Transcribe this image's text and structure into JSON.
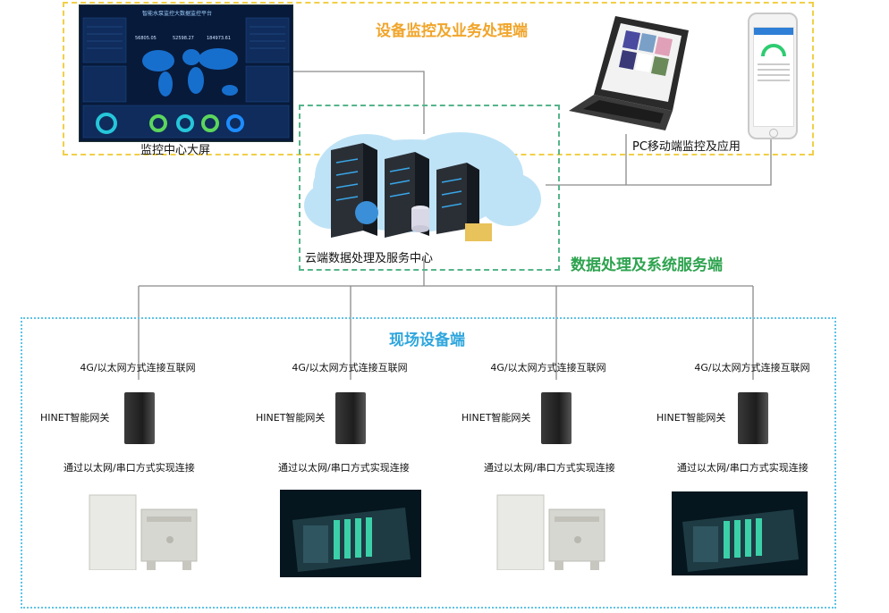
{
  "zones": {
    "top_title": "设备监控及业务处理端",
    "mid_title": "数据处理及系统服务端",
    "bot_title": "现场设备端"
  },
  "captions": {
    "screen": "监控中心大屏",
    "pc_mobile": "PC移动端监控及应用",
    "cloud": "云端数据处理及服务中心"
  },
  "screen": {
    "title": "智能水泵监控大数据监控平台",
    "stats": [
      "56805.05",
      "52598.27",
      "184973.61"
    ]
  },
  "sites": [
    {
      "link": "4G/以太网方式连接互联网",
      "gateway": "HINET智能网关",
      "conn": "通过以太网/串口方式实现连接",
      "equipment": "electrical-cabinet"
    },
    {
      "link": "4G/以太网方式连接互联网",
      "gateway": "HINET智能网关",
      "conn": "通过以太网/串口方式实现连接",
      "equipment": "plc-rack"
    },
    {
      "link": "4G/以太网方式连接互联网",
      "gateway": "HINET智能网关",
      "conn": "通过以太网/串口方式实现连接",
      "equipment": "electrical-cabinet"
    },
    {
      "link": "4G/以太网方式连接互联网",
      "gateway": "HINET智能网关",
      "conn": "通过以太网/串口方式实现连接",
      "equipment": "plc-rack"
    }
  ],
  "colors": {
    "top_zone": "#f1cf47",
    "mid_zone": "#55b58a",
    "bot_zone": "#5fc3e6"
  }
}
